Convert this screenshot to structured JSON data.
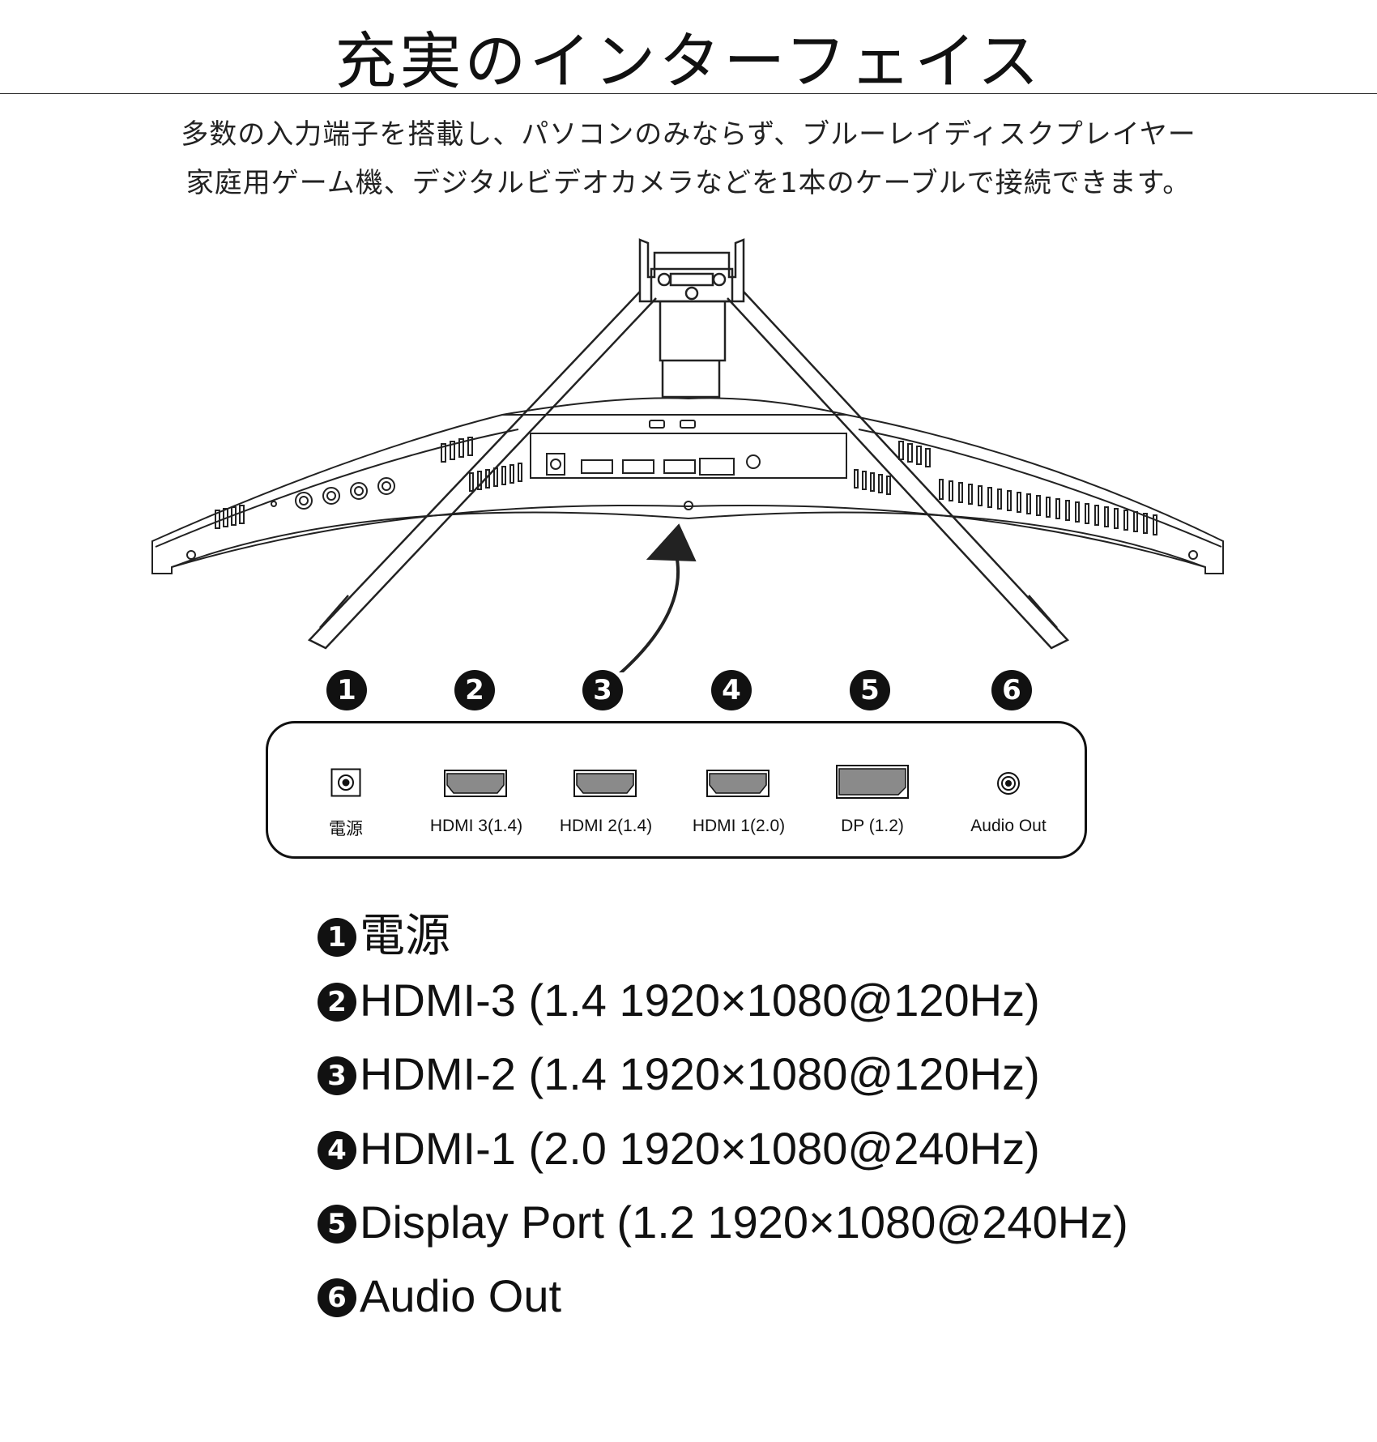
{
  "title": "充実のインターフェイス",
  "description": {
    "line1": "多数の入力端子を搭載し、パソコンのみならず、ブルーレイディスクプレイヤー",
    "line2": "家庭用ゲーム機、デジタルビデオカメラなどを1本のケーブルで接続できます。"
  },
  "ports": [
    {
      "number": "1",
      "label": "電源",
      "icon": "dc-power-jack-icon"
    },
    {
      "number": "2",
      "label": "HDMI 3(1.4)",
      "icon": "hdmi-port-icon"
    },
    {
      "number": "3",
      "label": "HDMI 2(1.4)",
      "icon": "hdmi-port-icon"
    },
    {
      "number": "4",
      "label": "HDMI 1(2.0)",
      "icon": "hdmi-port-icon"
    },
    {
      "number": "5",
      "label": "DP (1.2)",
      "icon": "displayport-icon"
    },
    {
      "number": "6",
      "label": "Audio Out",
      "icon": "audio-jack-icon"
    }
  ],
  "specs": [
    {
      "number": "1",
      "text": "電源"
    },
    {
      "number": "2",
      "text": "HDMI-3 (1.4  1920×1080@120Hz)"
    },
    {
      "number": "3",
      "text": "HDMI-2 (1.4  1920×1080@120Hz)"
    },
    {
      "number": "4",
      "text": "HDMI-1 (2.0  1920×1080@240Hz)"
    },
    {
      "number": "5",
      "text": "Display Port (1.2  1920×1080@240Hz)"
    },
    {
      "number": "6",
      "text": "Audio Out"
    }
  ],
  "colors": {
    "ink": "#111111",
    "background": "#ffffff"
  }
}
